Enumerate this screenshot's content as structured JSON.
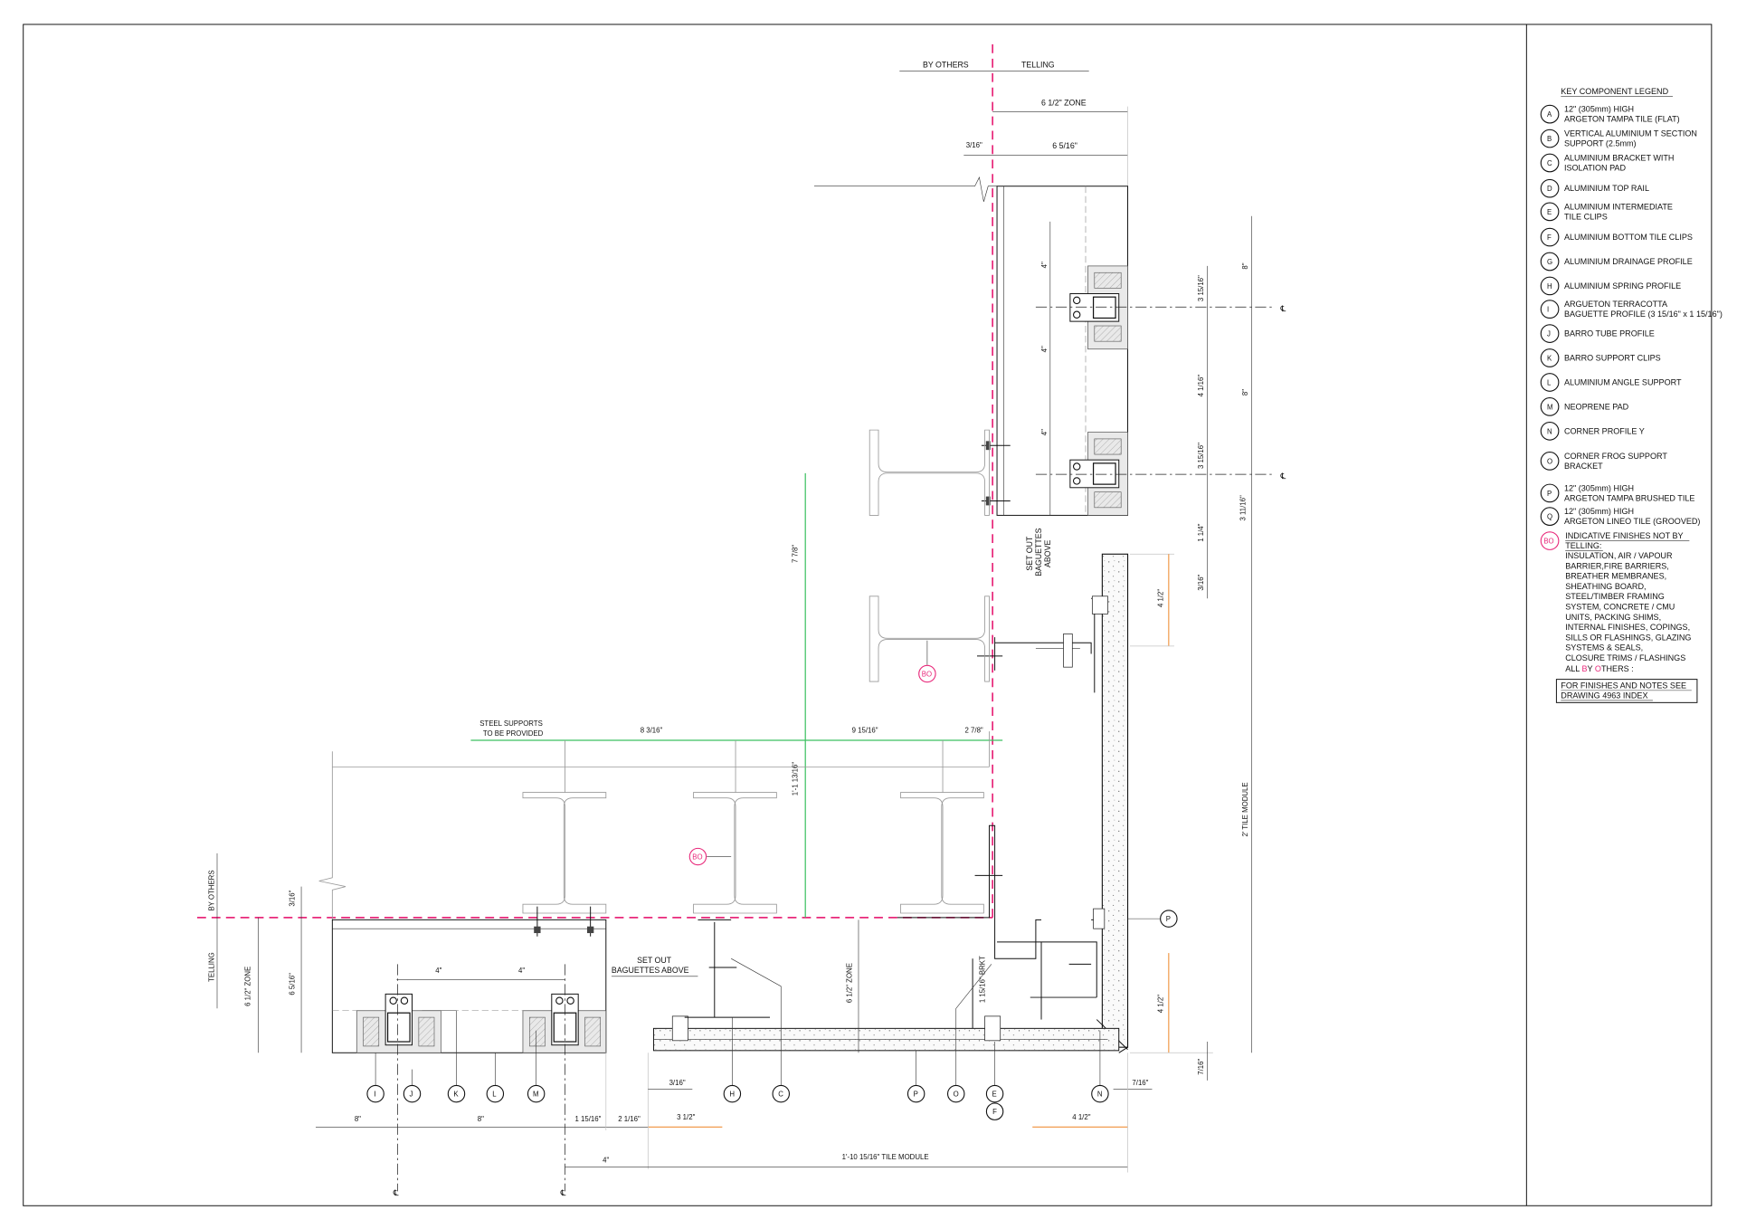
{
  "top": {
    "by_others": "BY OTHERS",
    "telling": "TELLING"
  },
  "left": {
    "by_others": "BY OTHERS",
    "telling": "TELLING"
  },
  "dims": {
    "zone_top": "6 1/2\" ZONE",
    "gap_top": "3/16\"",
    "panel_top": "6 5/16\"",
    "v4_a": "4\"",
    "v4_b": "4\"",
    "v4_c": "4\"",
    "r3_15_a": "3 15/16\"",
    "r4_1": "4 1/16\"",
    "r3_15_b": "3 15/16\"",
    "r1_1_4": "1 1/4\"",
    "r3_16": "3/16\"",
    "r8_a": "8\"",
    "r8_b": "8\"",
    "r3_11": "3 11/16\"",
    "tile_module_2": "2' TILE MODULE",
    "o4_1_2_upper": "4 1/2\"",
    "o4_1_2_lower": "4 1/2\"",
    "s8_3": "8 3/16\"",
    "s9_15": "9 15/16\"",
    "s2_7": "2 7/8\"",
    "s7_7": "7 7/8\"",
    "s1_1_13": "1'-1 13/16\"",
    "l3_16": "3/16\"",
    "l_zone": "6 1/2\" ZONE",
    "l6_5": "6 5/16\"",
    "h4_a": "4\"",
    "h4_b": "4\"",
    "b8_a": "8\"",
    "b8_b": "8\"",
    "b1_15": "1 15/16\"",
    "b2_1": "2 1/16\"",
    "b3_1_2": "3 1/2\"",
    "b3_16": "3/16\"",
    "b4_1_2": "4 1/2\"",
    "b7_16": "7/16\"",
    "b7_16_v": "7/16\"",
    "b4": "4\"",
    "tile_module": "1'-10 15/16\" TILE MODULE",
    "mid_zone": "6 1/2\" ZONE",
    "brkt": "1 15/16\" BRKT"
  },
  "notes": {
    "steel_1": "STEEL SUPPORTS",
    "steel_2": "TO BE PROVIDED",
    "setout_v_1": "SET OUT",
    "setout_v_2": "BAGUETTES",
    "setout_v_3": "ABOVE",
    "setout_h_1": "SET OUT",
    "setout_h_2": "BAGUETTES ABOVE",
    "cl_symbol": "℄"
  },
  "callouts": {
    "I": "I",
    "J": "J",
    "K": "K",
    "L": "L",
    "M": "M",
    "H": "H",
    "C": "C",
    "P": "P",
    "O": "O",
    "E": "E",
    "F": "F",
    "N": "N",
    "P2": "P",
    "BO": "BO"
  },
  "legend": {
    "title": "KEY COMPONENT LEGEND",
    "items": [
      {
        "key": "A",
        "lines": [
          "12\" (305mm) HIGH",
          "ARGETON TAMPA TILE (FLAT)"
        ]
      },
      {
        "key": "B",
        "lines": [
          "VERTICAL ALUMINIUM T SECTION",
          "SUPPORT (2.5mm)"
        ]
      },
      {
        "key": "C",
        "lines": [
          "ALUMINIUM BRACKET WITH",
          "ISOLATION PAD"
        ]
      },
      {
        "key": "D",
        "lines": [
          "ALUMINIUM TOP RAIL"
        ]
      },
      {
        "key": "E",
        "lines": [
          "ALUMINIUM INTERMEDIATE",
          "TILE CLIPS"
        ]
      },
      {
        "key": "F",
        "lines": [
          "ALUMINIUM BOTTOM TILE CLIPS"
        ]
      },
      {
        "key": "G",
        "lines": [
          "ALUMINIUM DRAINAGE PROFILE"
        ]
      },
      {
        "key": "H",
        "lines": [
          "ALUMINIUM SPRING PROFILE"
        ]
      },
      {
        "key": "I",
        "lines": [
          "ARGUETON TERRACOTTA",
          "BAGUETTE  PROFILE (3 15/16\" x 1 15/16\")"
        ]
      },
      {
        "key": "J",
        "lines": [
          "BARRO TUBE PROFILE"
        ]
      },
      {
        "key": "K",
        "lines": [
          "BARRO SUPPORT CLIPS"
        ]
      },
      {
        "key": "L",
        "lines": [
          "ALUMINIUM ANGLE SUPPORT"
        ]
      },
      {
        "key": "M",
        "lines": [
          "NEOPRENE PAD"
        ]
      },
      {
        "key": "N",
        "lines": [
          "CORNER PROFILE Y"
        ]
      },
      {
        "key": "O",
        "lines": [
          "CORNER FROG SUPPORT",
          "BRACKET"
        ]
      },
      {
        "key": "P",
        "lines": [
          "12\" (305mm) HIGH",
          "ARGETON TAMPA BRUSHED TILE"
        ]
      },
      {
        "key": "Q",
        "lines": [
          "12\" (305mm) HIGH",
          "ARGETON LINEO TILE (GROOVED)"
        ]
      }
    ],
    "bo": {
      "key": "BO",
      "heading_1": "INDICATIVE FINISHES NOT BY",
      "heading_2": "TELLING:",
      "lines": [
        "INSULATION, AIR / VAPOUR",
        "BARRIER,FIRE BARRIERS,",
        "BREATHER MEMBRANES,",
        "SHEATHING BOARD,",
        "STEEL/TIMBER  FRAMING",
        "SYSTEM, CONCRETE  / CMU",
        "UNITS, PACKING SHIMS,",
        "INTERNAL FINISHES, COPINGS,",
        "SILLS OR FLASHINGS, GLAZING",
        "SYSTEMS & SEALS,",
        "CLOSURE TRIMS / FLASHINGS"
      ],
      "last_a": "ALL ",
      "last_b": "B",
      "last_c": "Y ",
      "last_d": "O",
      "last_e": "THERS :"
    },
    "note_1": "FOR FINISHES AND NOTES SEE",
    "note_2": "DRAWING 4963 INDEX"
  },
  "colors": {
    "boundary": "#e8287a",
    "steel": "#3cc060",
    "tile_dim": "#f0913a"
  }
}
